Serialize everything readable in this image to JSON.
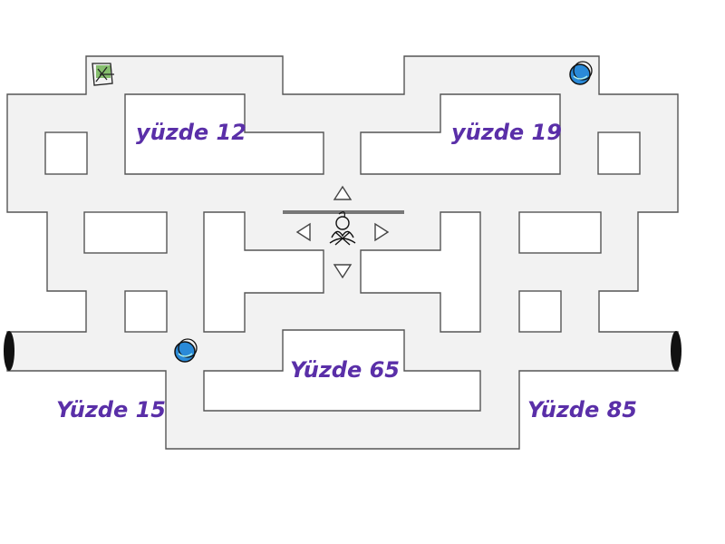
{
  "answers": [
    {
      "id": "top-left",
      "label": "yüzde 12"
    },
    {
      "id": "top-right",
      "label": "yüzde 19"
    },
    {
      "id": "center",
      "label": "Yüzde 65"
    },
    {
      "id": "bottom-left",
      "label": "Yüzde 15"
    },
    {
      "id": "bottom-right",
      "label": "Yüzde 85"
    }
  ],
  "controls": {
    "up_icon": "triangle-up",
    "down_icon": "triangle-down",
    "left_icon": "triangle-left",
    "right_icon": "triangle-right"
  },
  "colors": {
    "label": "#5a2fa8",
    "corridor": "#f2f2f2",
    "wall": "#555555",
    "enemy": "#2a8ad8",
    "player_accent": "#6ab04c"
  }
}
